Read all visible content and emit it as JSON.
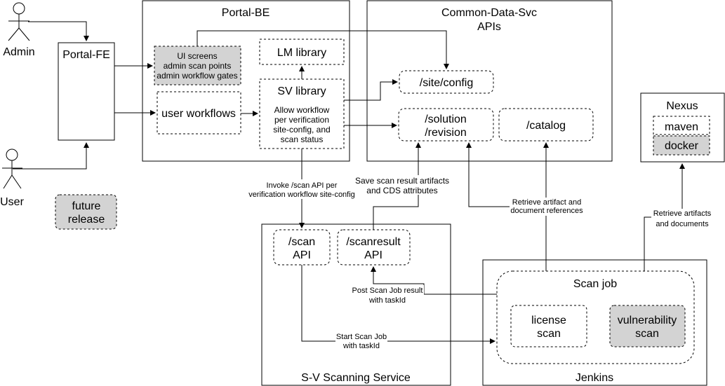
{
  "actors": {
    "admin": "Admin",
    "user": "User"
  },
  "containers": {
    "portal_be": "Portal-BE",
    "cds_line1": "Common-Data-Svc",
    "cds_line2": "APIs",
    "nexus": "Nexus",
    "scanning_service": "S-V Scanning Service",
    "jenkins": "Jenkins"
  },
  "nodes": {
    "portal_fe": "Portal-FE",
    "ui_screens": [
      "UI screens",
      "admin scan points",
      "admin workflow gates"
    ],
    "lm_library": "LM library",
    "sv_library": "SV library",
    "sv_library_desc": [
      "Allow workflow",
      "per verification",
      "site-config, and",
      "scan status"
    ],
    "user_workflows": "user workflows",
    "site_config": "/site/config",
    "solution_revision": [
      "/solution",
      "/revision"
    ],
    "catalog": "/catalog",
    "maven": "maven",
    "docker": "docker",
    "future_release": [
      "future",
      "release"
    ],
    "scan_api": [
      "/scan",
      "API"
    ],
    "scanresult_api": [
      "/scanresult",
      "API"
    ],
    "scan_job": "Scan job",
    "license_scan": [
      "license",
      "scan"
    ],
    "vulnerability_scan": [
      "vulnerability",
      "scan"
    ]
  },
  "edge_labels": {
    "invoke_scan": [
      "Invoke /scan API per",
      "verification workflow site-config"
    ],
    "save_scan": [
      "Save scan result artifacts",
      "and CDS attributes"
    ],
    "retrieve_refs": [
      "Retrieve artifact and",
      "document references"
    ],
    "retrieve_artifacts": [
      "Retrieve artifacts",
      "and documents"
    ],
    "post_result": [
      "Post Scan Job result",
      "with taskId"
    ],
    "start_job": [
      "Start Scan Job",
      "with taskId"
    ]
  },
  "colors": {
    "stroke": "#000000",
    "future_fill": "#d3d3d3",
    "background": "#ffffff"
  }
}
